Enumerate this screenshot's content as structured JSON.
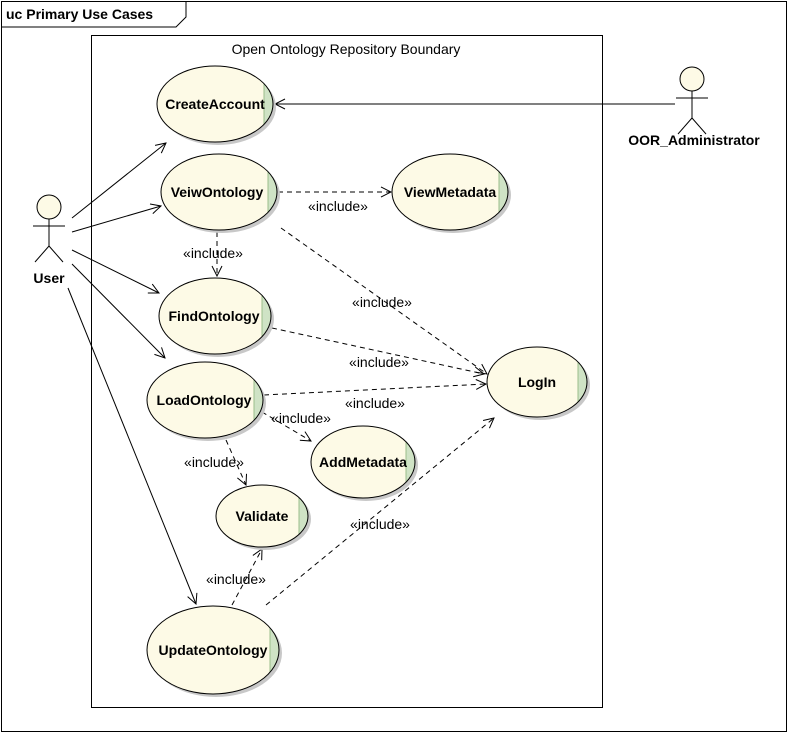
{
  "frame": {
    "title": "uc Primary Use Cases"
  },
  "boundary": {
    "title": "Open Ontology Repository Boundary"
  },
  "actors": {
    "user": "User",
    "admin": "OOR_Administrator"
  },
  "use_cases": {
    "create_account": "CreateAccount",
    "view_ontology": "VeiwOntology",
    "view_metadata": "ViewMetadata",
    "find_ontology": "FindOntology",
    "load_ontology": "LoadOntology",
    "add_metadata": "AddMetadata",
    "validate": "Validate",
    "update_ontology": "UpdateOntology",
    "log_in": "LogIn"
  },
  "relation_label": "«include»",
  "colors": {
    "use_case_fill": "#fdfae6",
    "use_case_accent": "#cfe3c5",
    "stroke": "#000000",
    "shadow": "#c8c8c8"
  }
}
